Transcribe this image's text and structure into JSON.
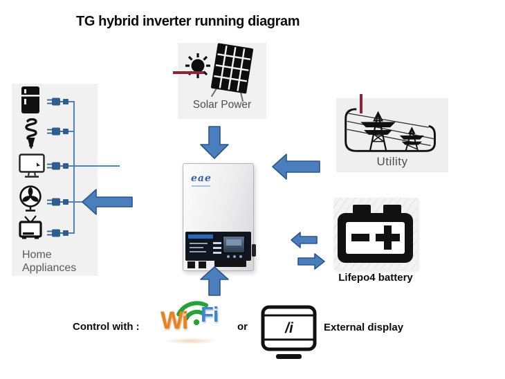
{
  "title": "TG hybrid inverter running diagram",
  "nodes": {
    "solar": {
      "label": "Solar Power",
      "icons": [
        "sun-icon",
        "solar-panel-icon"
      ]
    },
    "utility": {
      "label": "Utility",
      "icons": [
        "power-towers-icon"
      ]
    },
    "home_appliances": {
      "label_line1": "Home",
      "label_line2": "Appliances",
      "item_icons": [
        "refrigerator-icon",
        "cfl-bulb-icon",
        "computer-monitor-icon",
        "fan-icon",
        "tv-icon"
      ]
    },
    "inverter": {
      "brand": "eae"
    },
    "battery": {
      "label": "Lifepo4 battery",
      "icons": [
        "battery-icon"
      ]
    }
  },
  "control_bar": {
    "prefix": "Control with :",
    "wifi": {
      "wi": "Wi",
      "fi": "Fi"
    },
    "or_label": "or",
    "display_glyph": "/i",
    "external_display_label": "External display"
  },
  "flows": [
    {
      "from": "solar-power",
      "to": "inverter",
      "direction": "one-way"
    },
    {
      "from": "utility",
      "to": "inverter",
      "direction": "one-way"
    },
    {
      "from": "inverter",
      "to": "home-appliances",
      "direction": "one-way"
    },
    {
      "from": "inverter",
      "to": "lifepo4-battery",
      "direction": "two-way"
    },
    {
      "from": "wifi-or-external-display",
      "to": "inverter",
      "direction": "one-way"
    }
  ],
  "colors": {
    "arrow_blue": "#4a7ebc",
    "arrow_border": "#2a5588",
    "bus_line_blue": "#4f81bd",
    "plug_blue": "#2d5e8d",
    "wifi_green": "#28a13b",
    "wifi_orange": "#e8831f",
    "wifi_blue": "#3f86cc",
    "accent_red": "#8b2433",
    "label_gray": "#4d4d4d",
    "inverter_logo_blue": "#2e5fb0",
    "card_gray": "#f2f1f2"
  }
}
